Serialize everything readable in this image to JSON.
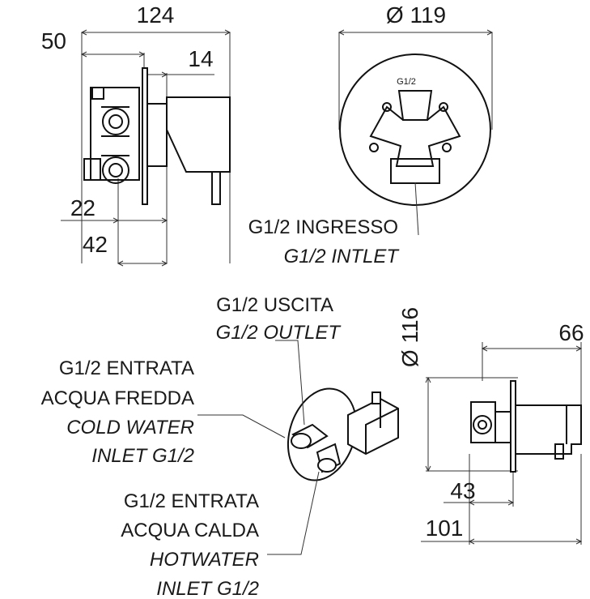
{
  "dimensions": {
    "overall_depth": "124",
    "body_depth": "50",
    "plate_to_handle": "14",
    "rosette_diameter": "Ø 119",
    "inlet_offset": "22",
    "inlet_depth": "42",
    "rosette_diameter_side": "Ø 116",
    "handle_length": "66",
    "body_depth_side": "43",
    "overall_depth_side": "101"
  },
  "front_view": {
    "thread_label": "G1/2"
  },
  "labels": {
    "inlet_it": "G1/2 INGRESSO",
    "inlet_en": "G1/2 INTLET",
    "outlet_it": "G1/2 USCITA",
    "outlet_en": "G1/2 OUTLET",
    "cold_it_1": "G1/2 ENTRATA",
    "cold_it_2": "ACQUA FREDDA",
    "cold_en_1": "COLD WATER",
    "cold_en_2": "INLET G1/2",
    "hot_it_1": "G1/2 ENTRATA",
    "hot_it_2": "ACQUA CALDA",
    "hot_en_1": "HOTWATER",
    "hot_en_2": "INLET G1/2"
  }
}
